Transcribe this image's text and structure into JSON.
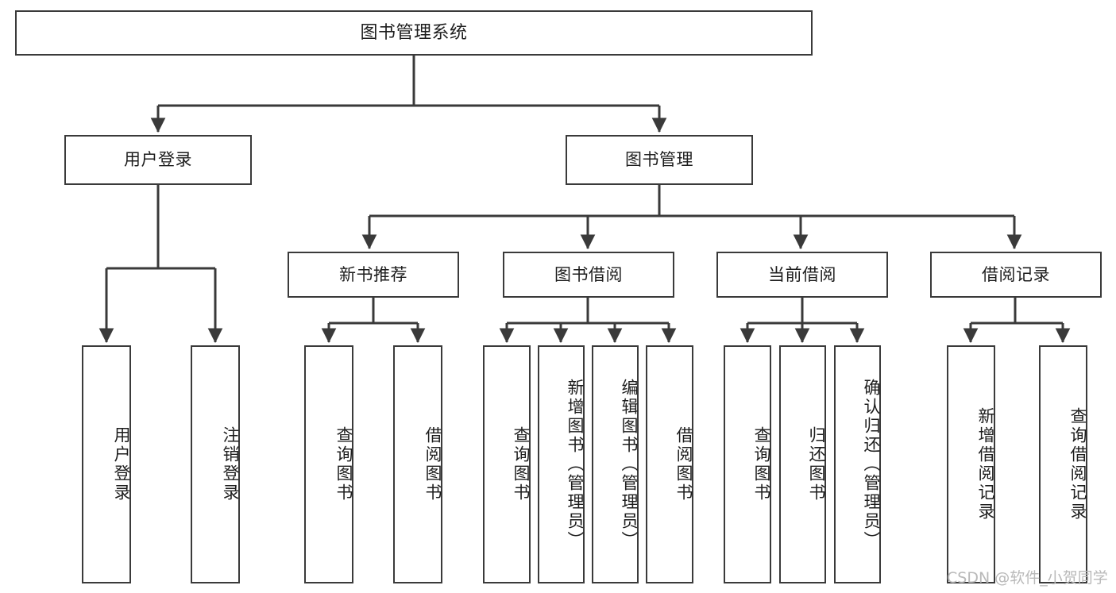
{
  "diagram": {
    "title": "图书管理系统",
    "type": "tree-hierarchy-chart",
    "colors": {
      "box_border": "#3a3a3a",
      "box_fill": "#ffffff",
      "connector": "#3a3a3a",
      "text": "#1d1d1d",
      "watermark": "#b9b9b9",
      "background": "#ffffff"
    },
    "root": {
      "label": "图书管理系统"
    },
    "level2": [
      {
        "id": "user-login",
        "label": "用户登录"
      },
      {
        "id": "book-manage",
        "label": "图书管理"
      }
    ],
    "level3": [
      {
        "id": "new-book-recommend",
        "label": "新书推荐"
      },
      {
        "id": "book-borrow",
        "label": "图书借阅"
      },
      {
        "id": "current-borrow",
        "label": "当前借阅"
      },
      {
        "id": "borrow-record",
        "label": "借阅记录"
      }
    ],
    "leaves": {
      "user_login": [
        {
          "id": "leaf-user-login",
          "label": "用户登录"
        },
        {
          "id": "leaf-logout-login",
          "label": "注销登录"
        }
      ],
      "new_book_recommend": [
        {
          "id": "leaf-query-book-1",
          "label": "查询图书"
        },
        {
          "id": "leaf-borrow-book-1",
          "label": "借阅图书"
        }
      ],
      "book_borrow": [
        {
          "id": "leaf-query-book-2",
          "label": "查询图书"
        },
        {
          "id": "leaf-add-book",
          "label": "新增图书（管理员）"
        },
        {
          "id": "leaf-edit-book",
          "label": "编辑图书（管理员）"
        },
        {
          "id": "leaf-borrow-book-2",
          "label": "借阅图书"
        }
      ],
      "current_borrow": [
        {
          "id": "leaf-query-book-3",
          "label": "查询图书"
        },
        {
          "id": "leaf-return-book",
          "label": "归还图书"
        },
        {
          "id": "leaf-confirm-return",
          "label": "确认归还（管理员）"
        }
      ],
      "borrow_record": [
        {
          "id": "leaf-add-record",
          "label": "新增借阅记录"
        },
        {
          "id": "leaf-query-record",
          "label": "查询借阅记录"
        }
      ]
    },
    "watermark": "CSDN @软件_小贺同学"
  }
}
